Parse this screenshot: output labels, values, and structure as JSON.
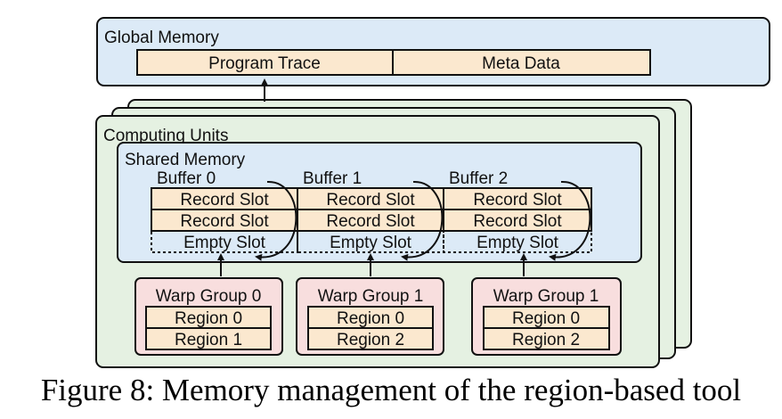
{
  "global_memory": {
    "label": "Global Memory",
    "fields": [
      "Program Trace",
      "Meta Data"
    ]
  },
  "computing_units": {
    "label": "Computing Units",
    "shared_memory": {
      "label": "Shared Memory",
      "buffers": [
        {
          "label": "Buffer 0",
          "slots": [
            "Record Slot",
            "Record Slot",
            "Empty Slot"
          ]
        },
        {
          "label": "Buffer 1",
          "slots": [
            "Record Slot",
            "Record Slot",
            "Empty Slot"
          ]
        },
        {
          "label": "Buffer 2",
          "slots": [
            "Record Slot",
            "Record Slot",
            "Empty Slot"
          ]
        }
      ]
    },
    "warp_groups": [
      {
        "label": "Warp Group 0",
        "regions": [
          "Region 0",
          "Region 1"
        ]
      },
      {
        "label": "Warp Group 1",
        "regions": [
          "Region 0",
          "Region 2"
        ]
      },
      {
        "label": "Warp Group 1",
        "regions": [
          "Region 0",
          "Region 2"
        ]
      }
    ]
  },
  "caption": "Figure 8: Memory management of the region-based tool",
  "colors": {
    "global_memory_fill": "#dceaf7",
    "computing_unit_fill": "#e5f1e2",
    "shared_memory_fill": "#dceaf7",
    "slot_fill": "#fbe8cf",
    "warp_group_fill": "#f8dede",
    "stroke": "#111111"
  }
}
